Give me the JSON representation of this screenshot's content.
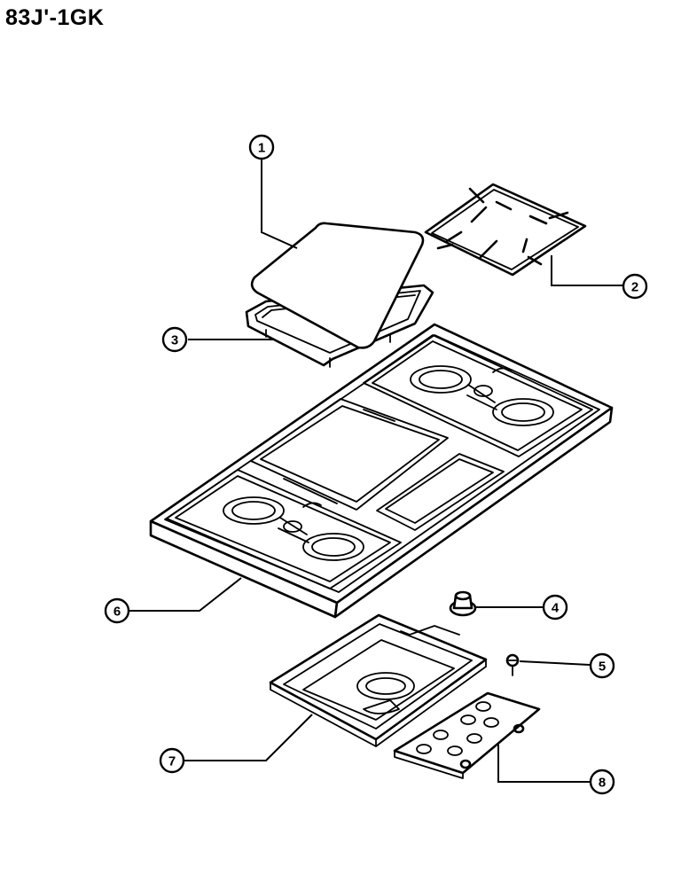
{
  "title": "83J'-1GK",
  "callouts": [
    {
      "id": "callout-1",
      "label": "1"
    },
    {
      "id": "callout-2",
      "label": "2"
    },
    {
      "id": "callout-3",
      "label": "3"
    },
    {
      "id": "callout-4",
      "label": "4"
    },
    {
      "id": "callout-5",
      "label": "5"
    },
    {
      "id": "callout-6",
      "label": "6"
    },
    {
      "id": "callout-7",
      "label": "7"
    },
    {
      "id": "callout-8",
      "label": "8"
    }
  ]
}
